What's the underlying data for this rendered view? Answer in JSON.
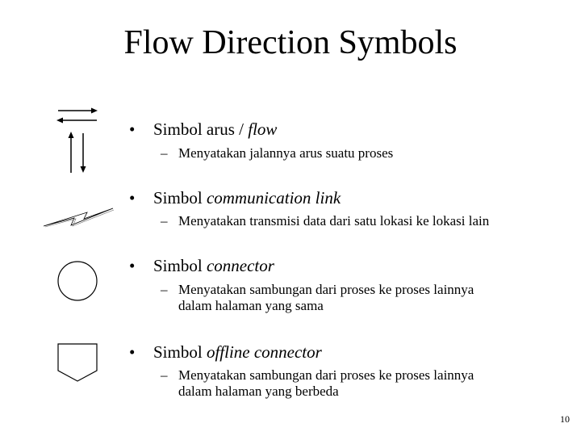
{
  "title": "Flow Direction Symbols",
  "bullet_marker": "•",
  "dash_marker": "–",
  "items": [
    {
      "symbol_icon": "flow-arrows-icon",
      "heading_plain": "Simbol arus / ",
      "heading_italic": "flow",
      "description_line1": "Menyatakan jalannya arus suatu proses",
      "description_line2": ""
    },
    {
      "symbol_icon": "communication-link-icon",
      "heading_plain": "Simbol ",
      "heading_italic": "communication link",
      "description_line1": "Menyatakan transmisi data dari satu lokasi ke lokasi lain",
      "description_line2": ""
    },
    {
      "symbol_icon": "connector-circle-icon",
      "heading_plain": "Simbol ",
      "heading_italic": "connector",
      "description_line1": "Menyatakan sambungan dari proses ke proses lainnya",
      "description_line2": "dalam halaman yang sama"
    },
    {
      "symbol_icon": "offline-connector-icon",
      "heading_plain": "Simbol ",
      "heading_italic": "offline connector",
      "description_line1": "Menyatakan sambungan dari proses ke proses lainnya",
      "description_line2": "dalam halaman yang berbeda"
    }
  ],
  "page_number": "10"
}
